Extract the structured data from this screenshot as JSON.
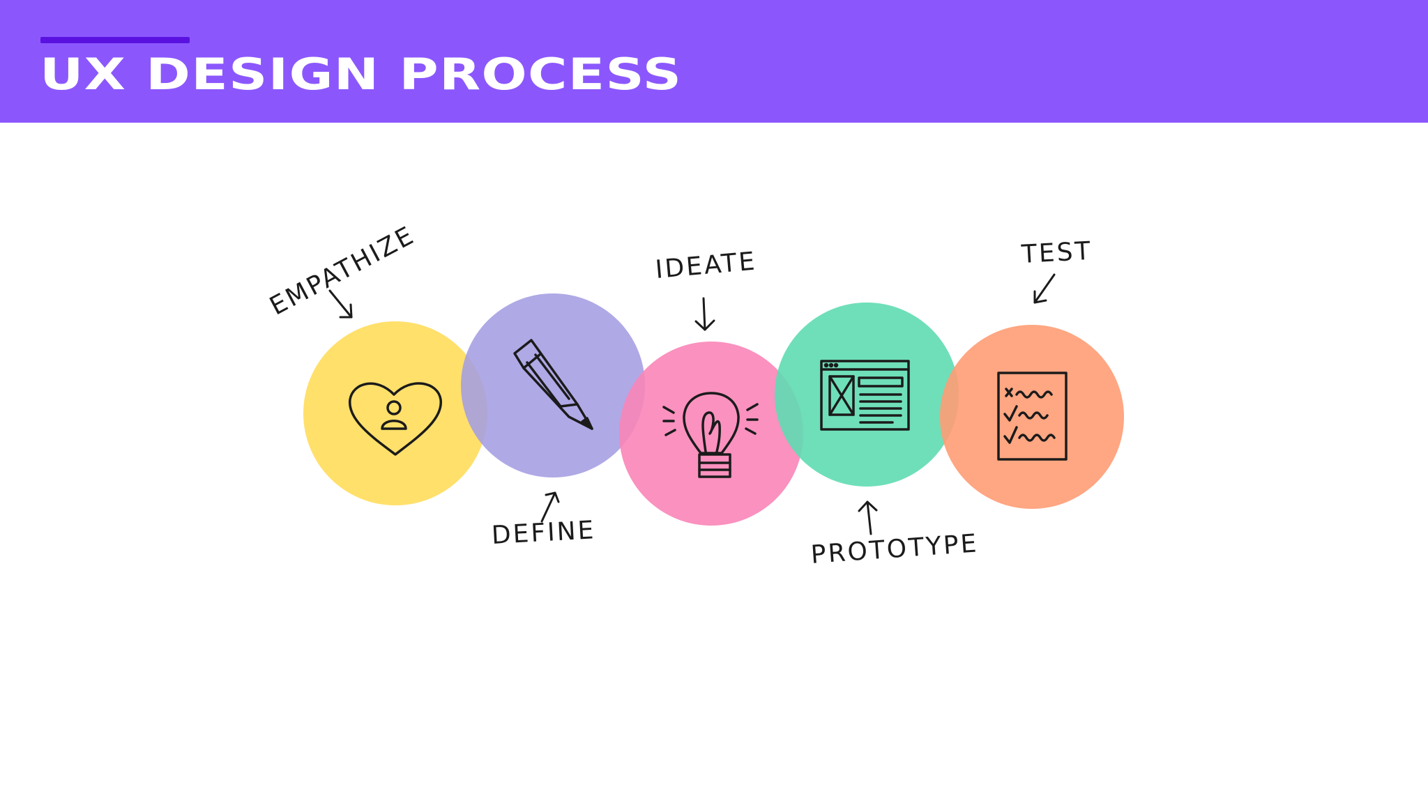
{
  "header": {
    "title": "UX DESIGN PROCESS"
  },
  "steps": [
    {
      "label": "EMPATHIZE",
      "color": "#ffdd5e",
      "icon": "heart-person-icon"
    },
    {
      "label": "DEFINE",
      "color": "#a49de3",
      "icon": "pencil-icon"
    },
    {
      "label": "IDEATE",
      "color": "#f985b8",
      "icon": "lightbulb-icon"
    },
    {
      "label": "PROTOTYPE",
      "color": "#5fdbb1",
      "icon": "wireframe-icon"
    },
    {
      "label": "TEST",
      "color": "#ff9c74",
      "icon": "checklist-icon"
    }
  ],
  "colors": {
    "header_background": "#8b57fd",
    "accent_bar": "#5a12e0",
    "title_text": "#ffffff"
  }
}
